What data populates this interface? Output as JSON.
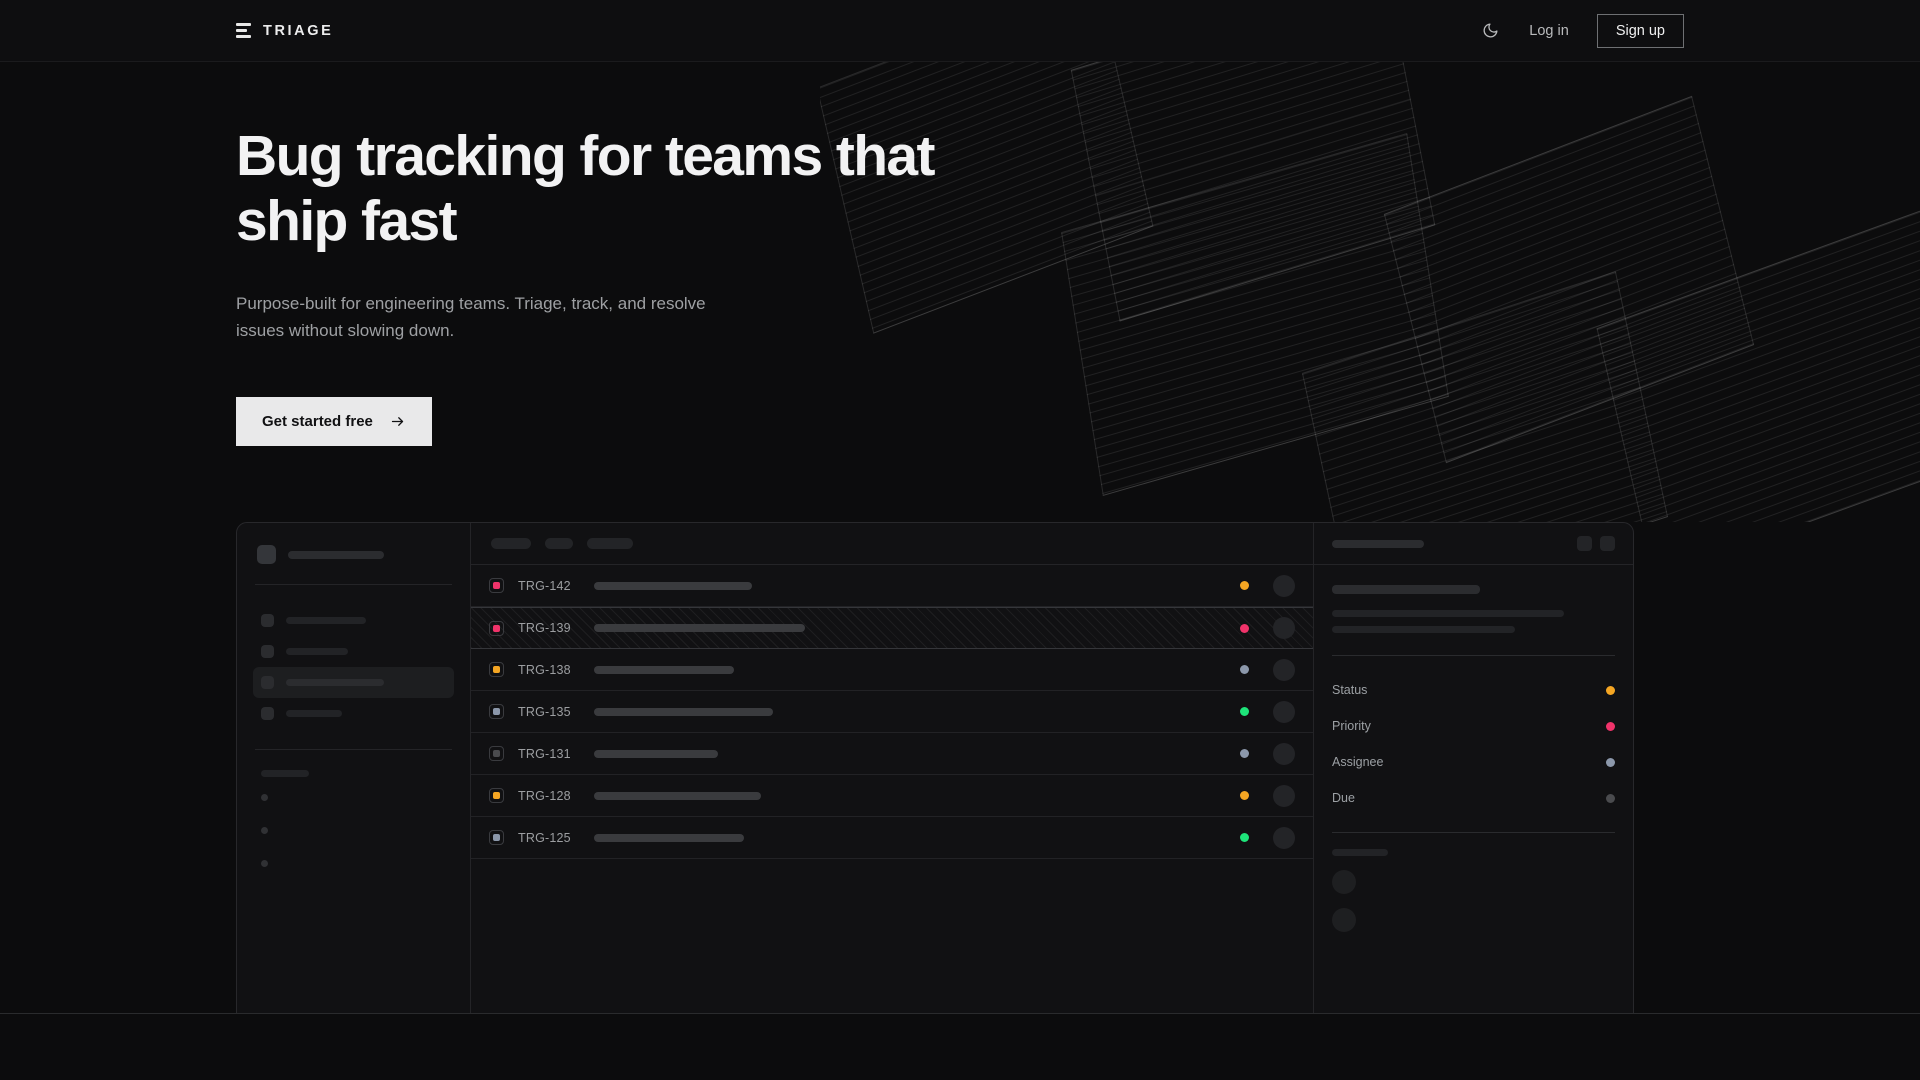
{
  "nav": {
    "brand": "TRIAGE",
    "theme_toggle_icon": "moon-icon",
    "login_label": "Log in",
    "signup_label": "Sign up"
  },
  "hero": {
    "headline": "Bug tracking for teams that ship fast",
    "subhead": "Purpose-built for engineering teams. Triage, track, and resolve issues without slowing down.",
    "cta_label": "Get started free",
    "cta_icon": "arrow-right-icon"
  },
  "colors": {
    "page_bg": "#0c0c0d",
    "nav_bg": "#0e0e10",
    "panel_bg": "#111113",
    "border": "#28282b",
    "text_primary": "#f2f2f3",
    "text_muted": "#9ea0a3",
    "cta_bg": "#e9e9ea",
    "amber": "#f5a623",
    "pink": "#f0336a",
    "green": "#1ee47a",
    "slate": "#8c98ab",
    "gray": "#4a4b4e"
  },
  "app": {
    "sidebar": {
      "workspace_placeholder_width": 96,
      "nav_items": [
        {
          "label_width": 80,
          "active": false
        },
        {
          "label_width": 62,
          "active": false
        },
        {
          "label_width": 98,
          "active": true
        },
        {
          "label_width": 56,
          "active": false
        }
      ],
      "section_label_width": 48,
      "sub_items": 3
    },
    "toolbar": {
      "pills": [
        40,
        28,
        46
      ]
    },
    "issues": [
      {
        "id": "TRG-142",
        "priority": "pink",
        "title_width": 158,
        "status": "amber",
        "selected": false
      },
      {
        "id": "TRG-139",
        "priority": "pink",
        "title_width": 211,
        "status": "pink",
        "selected": true
      },
      {
        "id": "TRG-138",
        "priority": "amber",
        "title_width": 140,
        "status": "slate",
        "selected": false
      },
      {
        "id": "TRG-135",
        "priority": "slate",
        "title_width": 179,
        "status": "green",
        "selected": false
      },
      {
        "id": "TRG-131",
        "priority": "gray",
        "title_width": 124,
        "status": "slate",
        "selected": false
      },
      {
        "id": "TRG-128",
        "priority": "amber",
        "title_width": 167,
        "status": "amber",
        "selected": false
      },
      {
        "id": "TRG-125",
        "priority": "slate",
        "title_width": 150,
        "status": "green",
        "selected": false
      }
    ],
    "detail": {
      "header_title_width": 92,
      "header_buttons": 2,
      "title_width": 148,
      "body_lines": [
        232,
        183
      ],
      "fields": [
        {
          "label": "Status",
          "value_color": "amber"
        },
        {
          "label": "Priority",
          "value_color": "pink"
        },
        {
          "label": "Assignee",
          "value_color": "slate"
        },
        {
          "label": "Due",
          "value_color": "gray"
        }
      ],
      "footer_label_width": 56,
      "people_count": 2
    }
  }
}
